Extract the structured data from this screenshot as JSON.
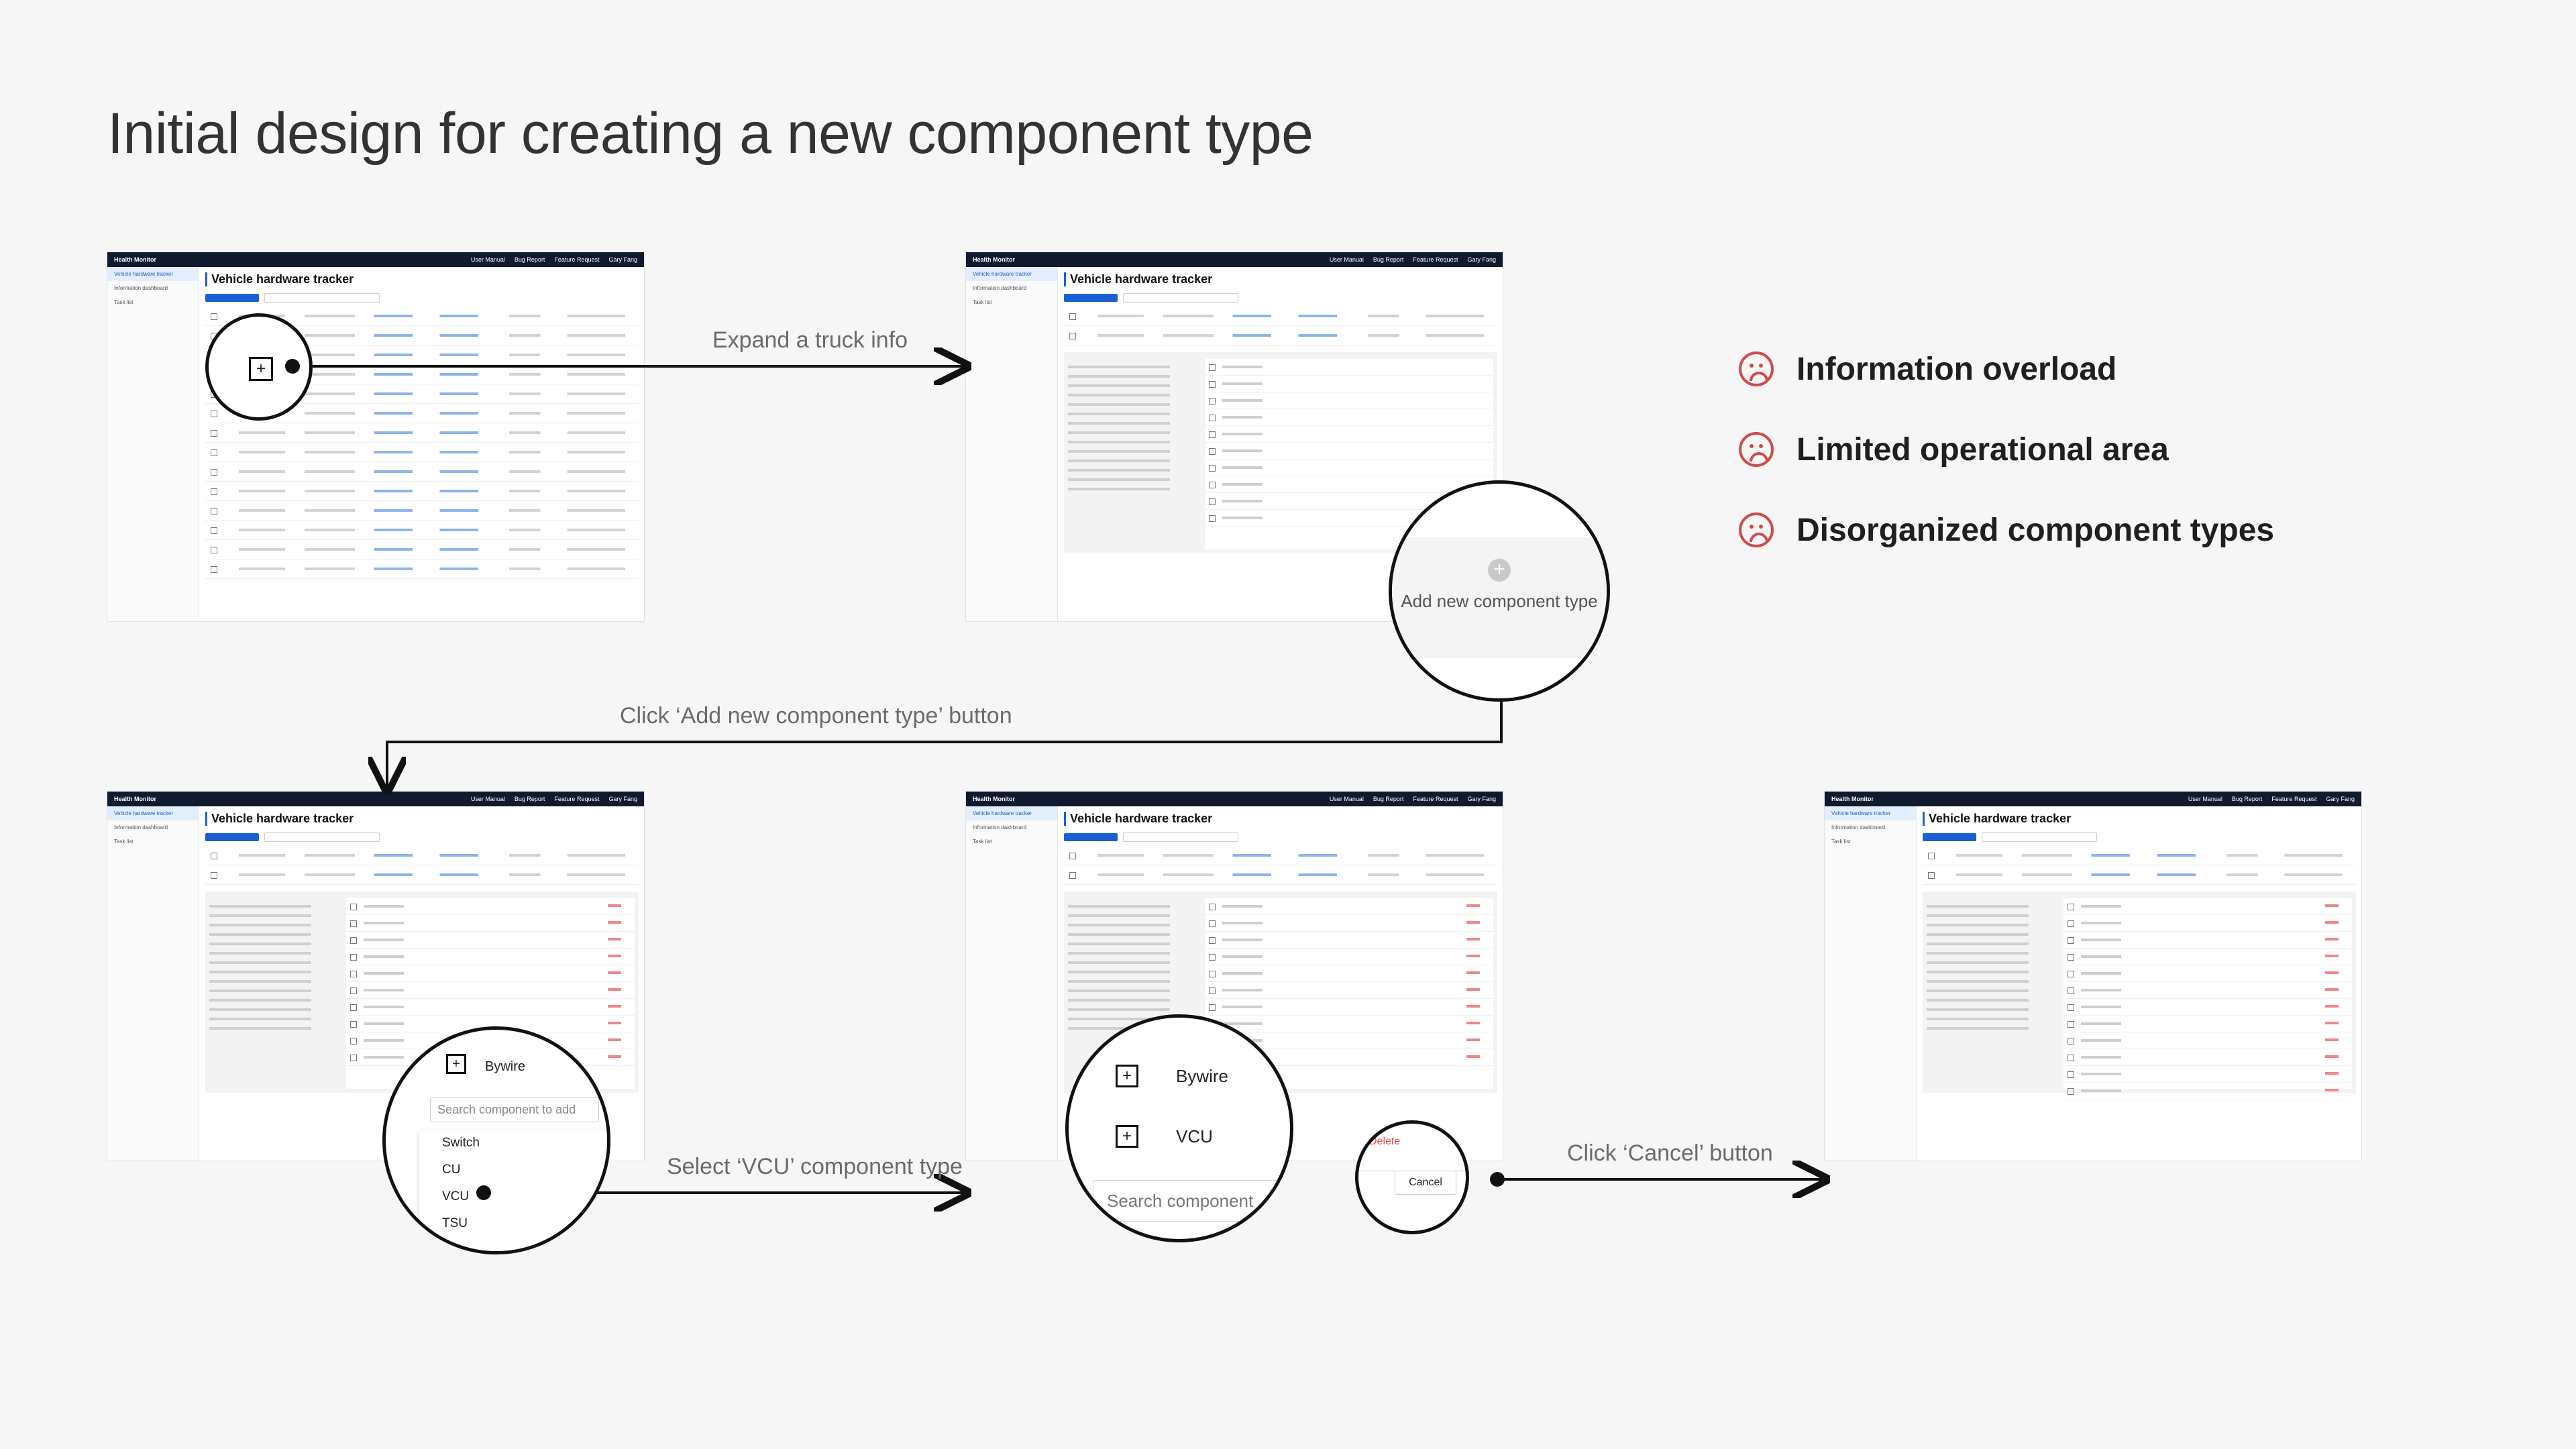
{
  "title": "Initial design for creating a new component type",
  "steps": {
    "s1": "Expand a truck info",
    "s2": "Click ‘Add new component type’ button",
    "s3": "Select ‘VCU’ component type",
    "s4": "Click ‘Cancel’ button"
  },
  "issues": [
    {
      "text": "Information overload",
      "icon": "frown-icon"
    },
    {
      "text": "Limited operational area",
      "icon": "frown-icon"
    },
    {
      "text": "Disorganized component types",
      "icon": "frown-icon"
    }
  ],
  "mockup": {
    "app_name": "Health Monitor",
    "nav": [
      "User Manual",
      "Bug Report",
      "Feature Request",
      "Gary Fang"
    ],
    "sidebar": [
      "Vehicle hardware tracker",
      "Information dashboard",
      "Task list"
    ],
    "page_title": "Vehicle hardware tracker"
  },
  "magnifiers": {
    "m2_label": "Add new component type",
    "m3_items": [
      "Bywire",
      "Switch",
      "CU",
      "VCU",
      "TSU"
    ],
    "m3_search": "Search component to add",
    "m4_items": [
      "Bywire",
      "VCU"
    ],
    "m4_search": "Search component",
    "m4_delete": "Delete",
    "m4_cancel": "Cancel"
  },
  "colors": {
    "accent": "#1b5fd6",
    "issue": "#d04a4a",
    "topbar": "#101a2e"
  }
}
